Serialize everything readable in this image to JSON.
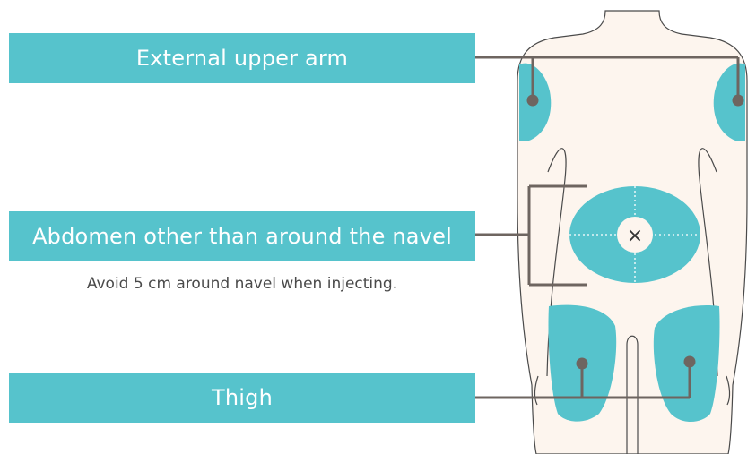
{
  "labels": {
    "upper_arm": "External upper arm",
    "abdomen": "Abdomen other than around the navel",
    "abdomen_note": "Avoid 5 cm around navel when injecting.",
    "thigh": "Thigh",
    "navel_mark": "×"
  },
  "colors": {
    "banner": "#56c3cc",
    "zone": "#56c3cc",
    "body_fill": "#fdf5ee",
    "outline": "#4a4a4a",
    "leader": "#6e6560",
    "text": "#4a4a4a"
  },
  "icons": {
    "navel": "x-mark-icon"
  }
}
